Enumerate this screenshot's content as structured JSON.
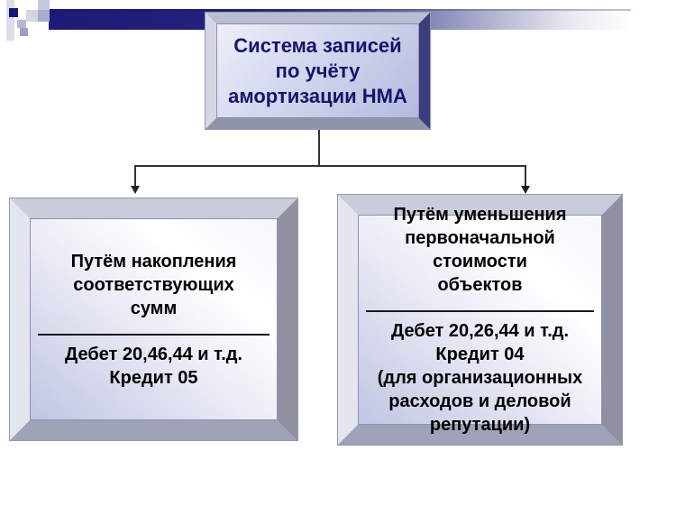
{
  "slide": {
    "kind": "presentation-diagram",
    "background": "#ffffff"
  },
  "diagram": {
    "root": {
      "text": "Система записей\nпо учёту\nамортизации НМА"
    },
    "children": [
      {
        "top": "Путём накопления\nсоответствующих\nсумм",
        "bottom": "Дебет 20,46,44 и т.д.\nКредит 05"
      },
      {
        "top": "Путём уменьшения\nпервоначальной стоимости\nобъектов",
        "bottom": "Дебет 20,26,44 и т.д.\nКредит 04\n(для организационных\nрасходов и деловой\nрепутации)"
      }
    ]
  },
  "colors": {
    "header_bar_start": "#1c1c77",
    "header_bar_end": "#ffffff",
    "title_text": "#15156b",
    "body_text": "#000000",
    "connector": "#333333",
    "panel_lavender": "#c0c5e3",
    "bevel_dark_navy": "#3b3e7e"
  }
}
